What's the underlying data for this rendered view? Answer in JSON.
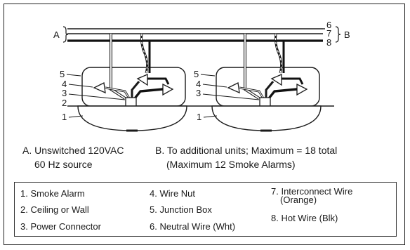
{
  "diagram": {
    "callouts": {
      "A": "A",
      "B": "B",
      "wire6": "6",
      "wire7": "7",
      "wire8": "8",
      "num5": "5",
      "num4": "4",
      "num3": "3",
      "num2": "2",
      "num1": "1"
    }
  },
  "captions": {
    "a_line1": "A. Unswitched 120VAC",
    "a_line2": "60 Hz source",
    "b_line1": "B. To additional units; Maximum = 18 total",
    "b_line2": "(Maximum 12 Smoke Alarms)"
  },
  "legend": {
    "item1": "1. Smoke Alarm",
    "item2": "2. Ceiling or Wall",
    "item3": "3. Power Connector",
    "item4": "4. Wire Nut",
    "item5": "5. Junction Box",
    "item6": "6. Neutral Wire (Wht)",
    "item7_line1": "7. Interconnect Wire",
    "item7_line2": "(Orange)",
    "item8": "8. Hot Wire (Blk)"
  },
  "colors": {
    "line": "#1a1a1a",
    "alarm_fill": "#ffffff",
    "wire_dark": "#111111"
  }
}
